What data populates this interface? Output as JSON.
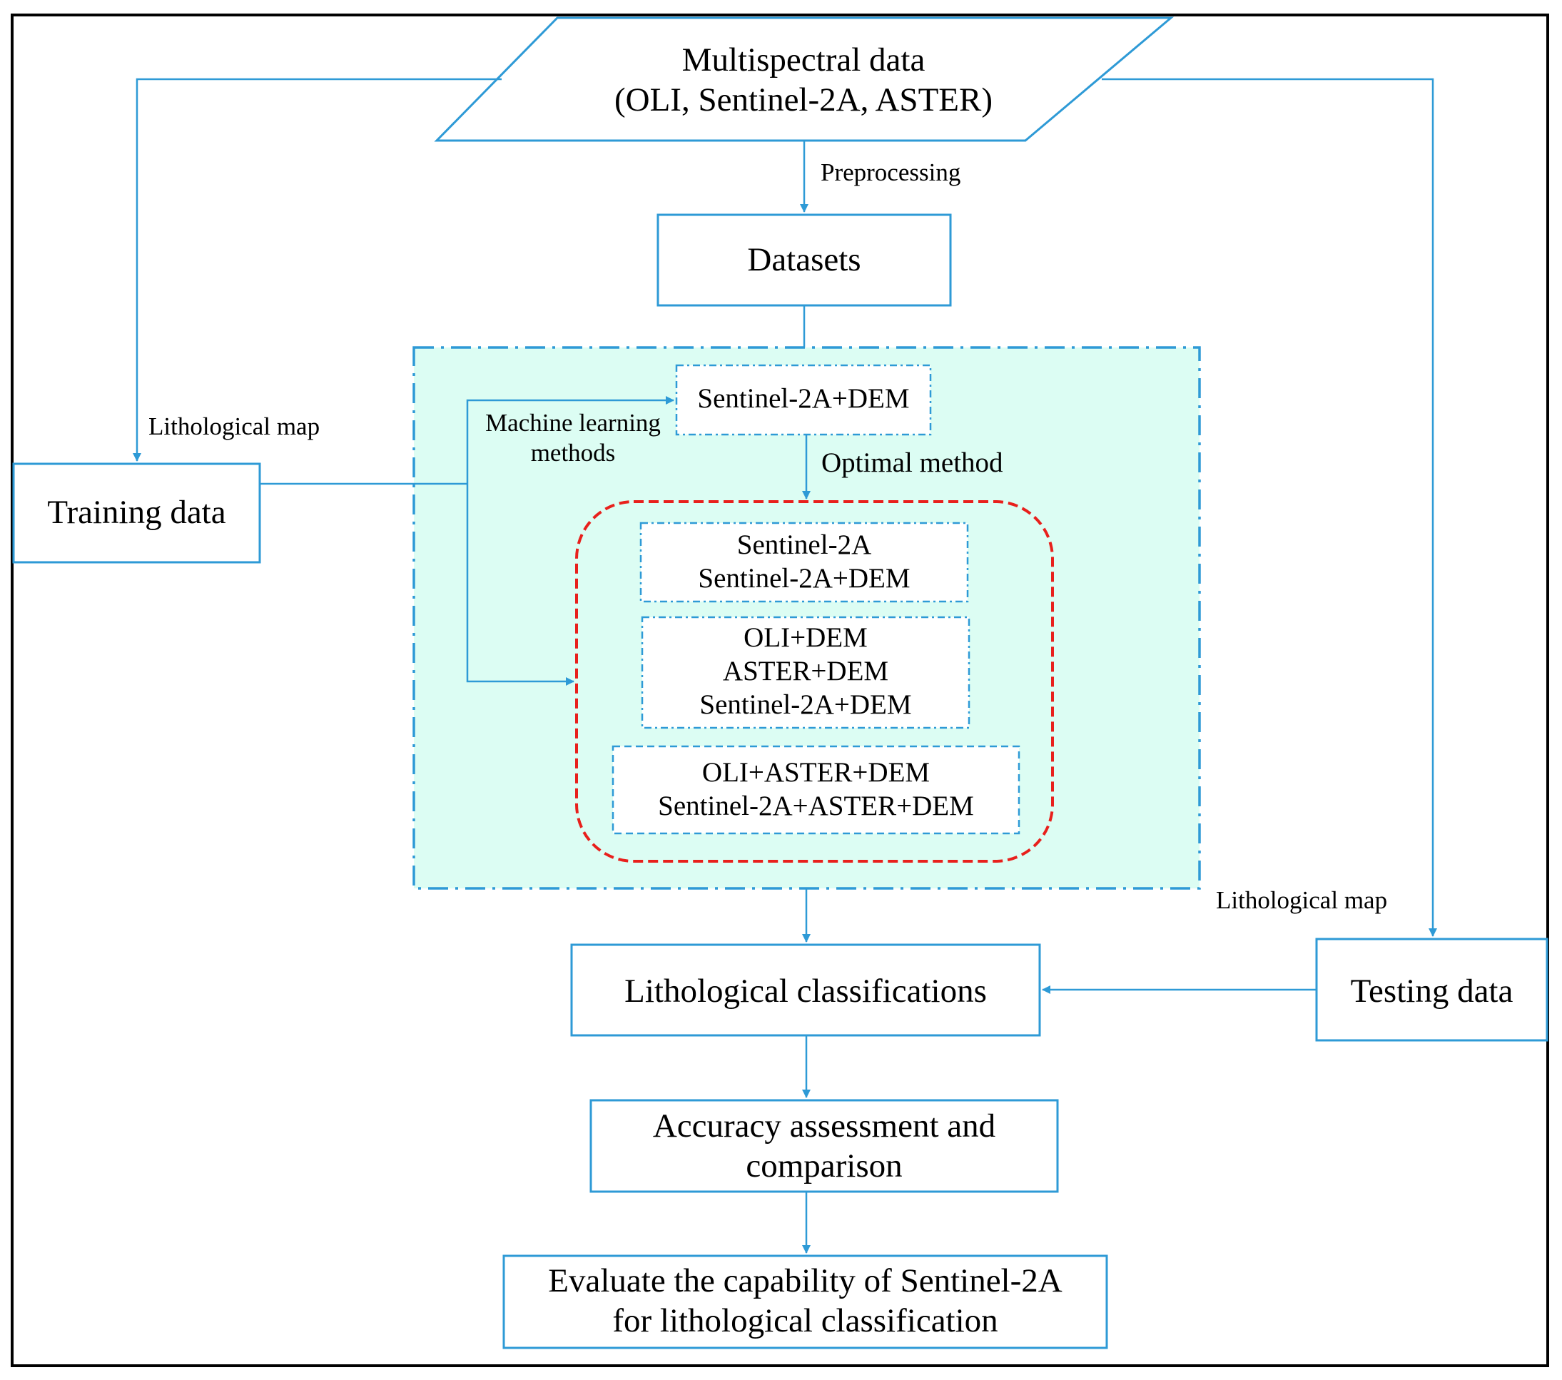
{
  "nodes": {
    "multispectral": {
      "line1": "Multispectral data",
      "line2": "(OLI, Sentinel-2A, ASTER)"
    },
    "datasets": "Datasets",
    "sentinel_dem_top": "Sentinel-2A+DEM",
    "training": "Training data",
    "testing": "Testing data",
    "group1": {
      "line1": "Sentinel-2A",
      "line2": "Sentinel-2A+DEM"
    },
    "group2": {
      "line1": "OLI+DEM",
      "line2": "ASTER+DEM",
      "line3": "Sentinel-2A+DEM"
    },
    "group3": {
      "line1": "OLI+ASTER+DEM",
      "line2": "Sentinel-2A+ASTER+DEM"
    },
    "lithological_classifications": "Lithological classifications",
    "accuracy": {
      "line1": "Accuracy assessment and",
      "line2": "comparison"
    },
    "evaluate": {
      "line1": "Evaluate the capability of Sentinel-2A",
      "line2": "for lithological classification"
    }
  },
  "edge_labels": {
    "preprocessing": "Preprocessing",
    "lithological_map_left": "Lithological map",
    "lithological_map_right": "Lithological map",
    "machine_learning": {
      "line1": "Machine learning",
      "line2": "methods"
    },
    "optimal_method": "Optimal method"
  },
  "colors": {
    "line": "#2e9ad6",
    "highlight_fill": "#dcfdf3",
    "highlight_border": "#2e9ad6",
    "optimal_border": "#e8201c",
    "frame": "#000000"
  }
}
